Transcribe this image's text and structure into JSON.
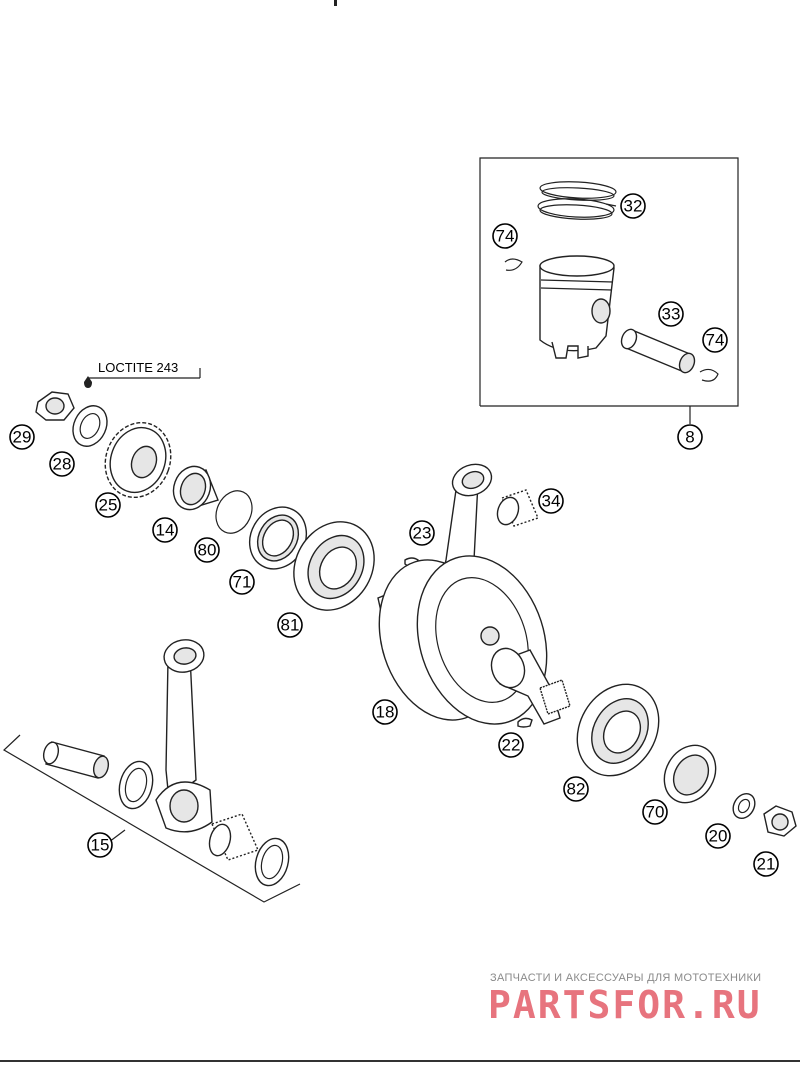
{
  "diagram": {
    "note_label": "LOCTITE 243",
    "callouts": [
      "29",
      "28",
      "25",
      "14",
      "80",
      "71",
      "81",
      "23",
      "34",
      "18",
      "22",
      "82",
      "70",
      "20",
      "21",
      "15",
      "32",
      "74",
      "33",
      "74",
      "8"
    ]
  },
  "watermark": {
    "caption": "ЗАПЧАСТИ И АКСЕССУАРЫ ДЛЯ МОТОТЕХНИКИ",
    "logo": "PARTSFOR.RU"
  },
  "colors": {
    "watermark_red": "#e35c68",
    "watermark_grey": "#8a8a8a",
    "line": "#222222"
  }
}
